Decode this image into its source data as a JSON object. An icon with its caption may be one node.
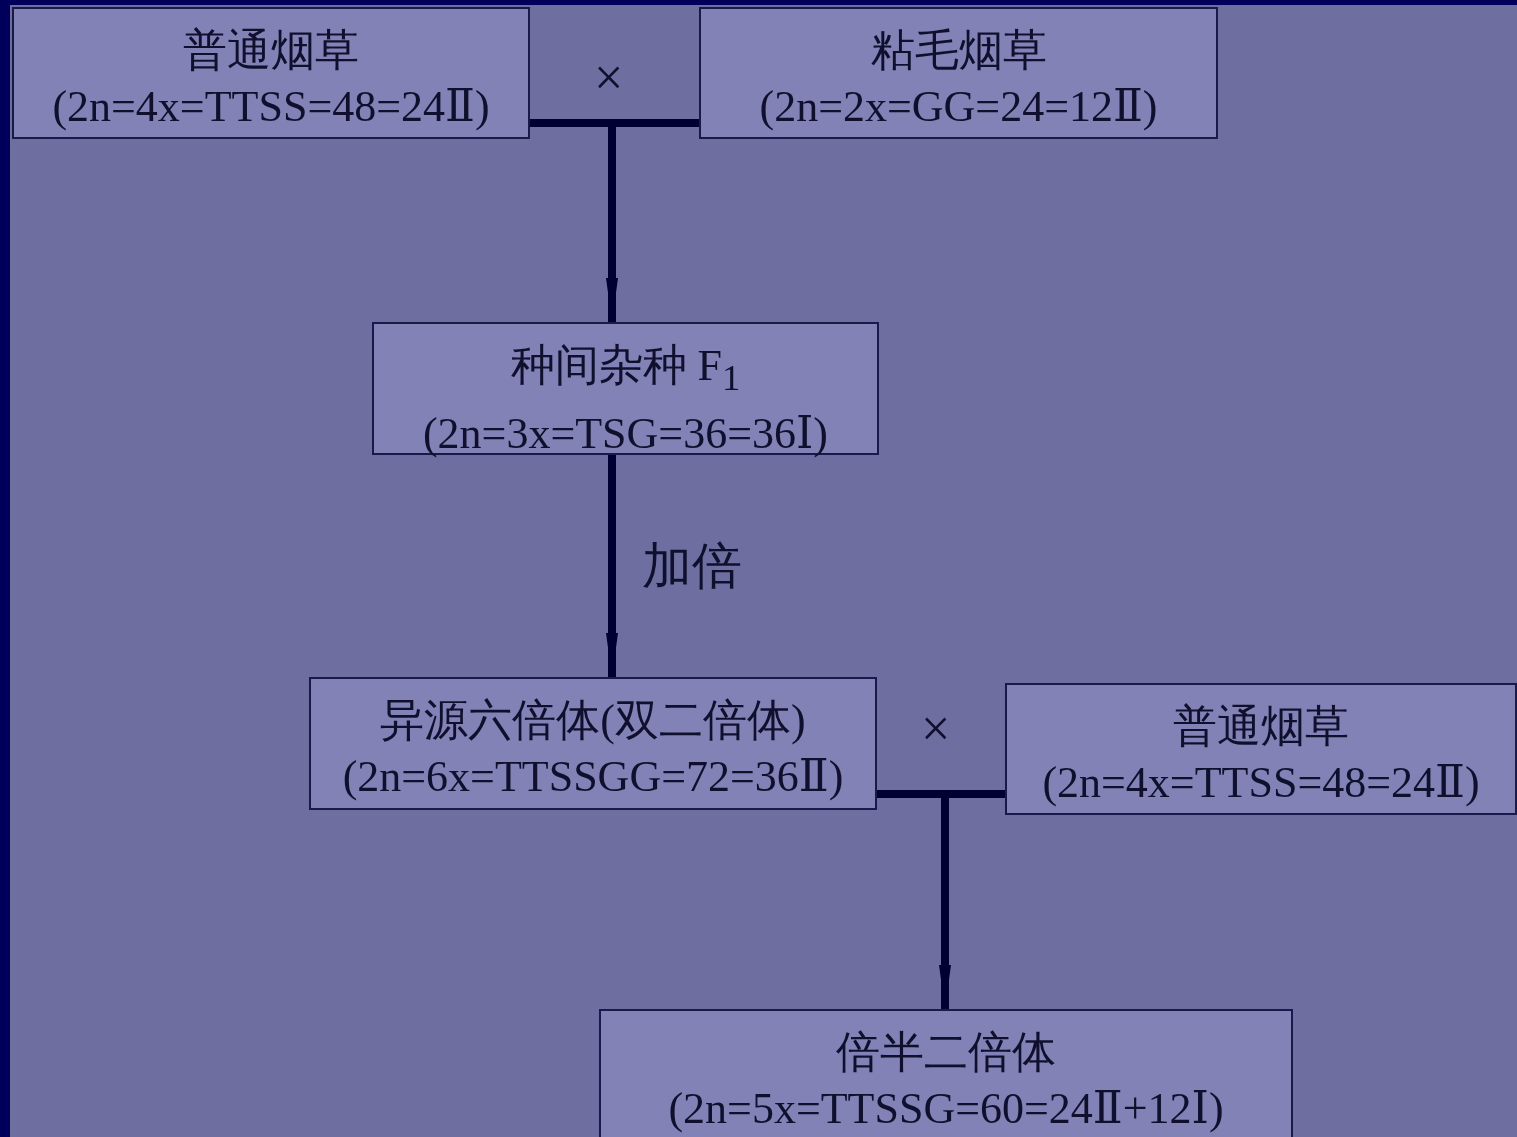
{
  "diagram": {
    "nodes": [
      {
        "text": [
          "普通烟草",
          "(2n=4x=TTSS=48=24Ⅱ)"
        ]
      },
      {
        "text": [
          "粘毛烟草",
          "(2n=2x=GG=24=12Ⅱ)"
        ]
      },
      {
        "text": [
          "种间杂种 F$_{1}$",
          "(2n=3x=TSG=36=36Ⅰ)"
        ]
      },
      {
        "text": [
          "异源六倍体(双二倍体)",
          "(2n=6x=TTSSGG=72=36Ⅱ)"
        ]
      },
      {
        "text": [
          "普通烟草",
          "(2n=4x=TTSS=48=24Ⅱ)"
        ]
      },
      {
        "text": [
          "倍半二倍体",
          "(2n=5x=TTSSG=60=24Ⅱ+12Ⅰ)"
        ]
      }
    ],
    "edges": [
      {
        "from": 0,
        "to": 2,
        "arrow": "to"
      },
      {
        "from": 1,
        "to": 2,
        "arrow": "to"
      },
      {
        "from": 2,
        "to": 3,
        "arrow": "to",
        "label": "加倍"
      },
      {
        "from": 3,
        "to": 5,
        "arrow": "to"
      },
      {
        "from": 4,
        "to": 5,
        "arrow": "to"
      }
    ],
    "labels": [
      "×",
      "×"
    ]
  }
}
